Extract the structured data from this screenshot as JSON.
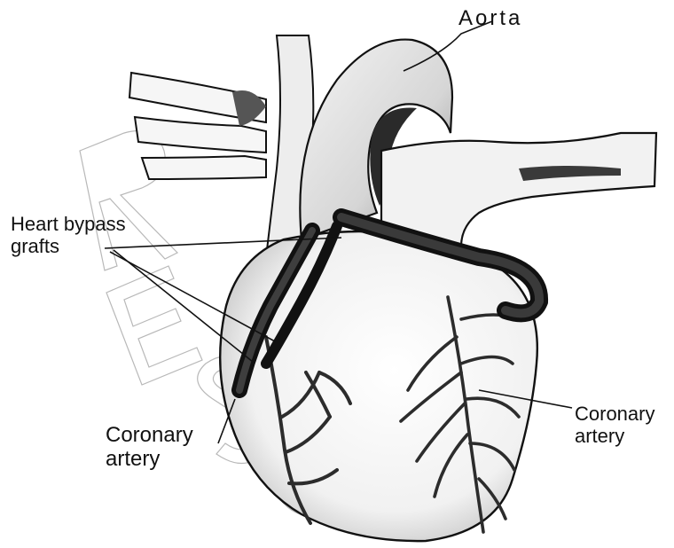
{
  "labels": {
    "aorta": "Aorta",
    "bypass_line1": "Heart bypass",
    "bypass_line2": "grafts",
    "coronary_left_line1": "Coronary",
    "coronary_left_line2": "artery",
    "coronary_right_line1": "Coronary",
    "coronary_right_line2": "artery"
  },
  "watermark": {
    "text": "RESO"
  },
  "colors": {
    "ink": "#111111",
    "shade": "#3a3a3a",
    "graft": "#1b1b1b",
    "watermark": "#b8b8b8"
  }
}
